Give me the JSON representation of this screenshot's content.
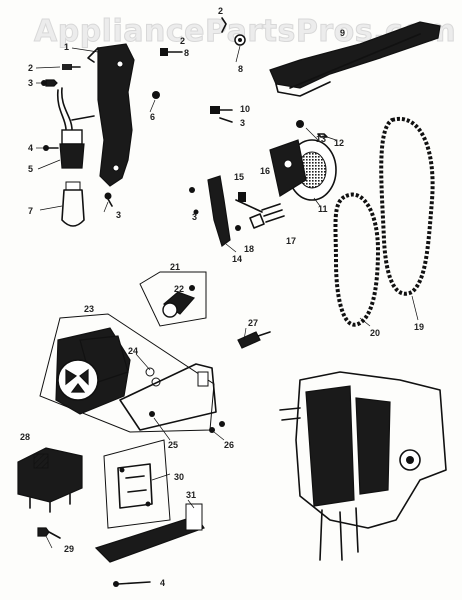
{
  "watermark": "AppliancePartsPros.com",
  "callouts": [
    "1",
    "2",
    "2",
    "3",
    "3",
    "4",
    "5",
    "6",
    "7",
    "8",
    "8",
    "9",
    "10",
    "11",
    "12",
    "13",
    "14",
    "15",
    "16",
    "17",
    "18",
    "19",
    "20",
    "21",
    "22",
    "23",
    "24",
    "25",
    "26",
    "27",
    "28",
    "29",
    "30",
    "31",
    "3",
    "4",
    "2",
    "3"
  ]
}
